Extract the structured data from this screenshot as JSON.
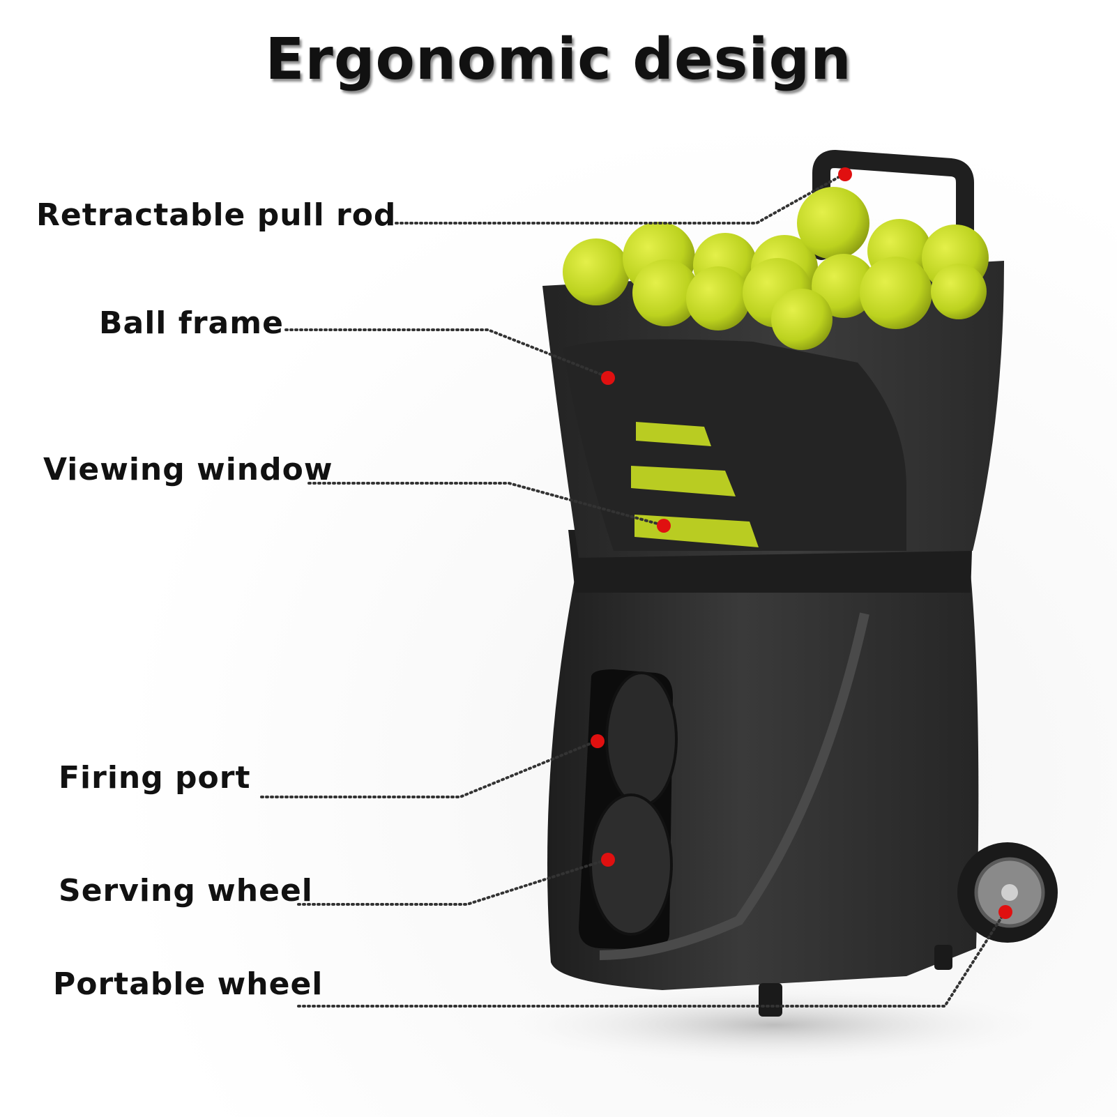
{
  "title": "Ergonomic design",
  "labels": {
    "retractable_pull_rod": "Retractable pull rod",
    "ball_frame": "Ball frame",
    "viewing_window": "Viewing window",
    "firing_port": "Firing port",
    "serving_wheel": "Serving wheel",
    "portable_wheel": "Portable wheel"
  },
  "colors": {
    "machine_body": "#2b2b2b",
    "tennis_ball": "#c8dc2a",
    "marker_dot": "#e01010",
    "leader_line": "#333333"
  }
}
